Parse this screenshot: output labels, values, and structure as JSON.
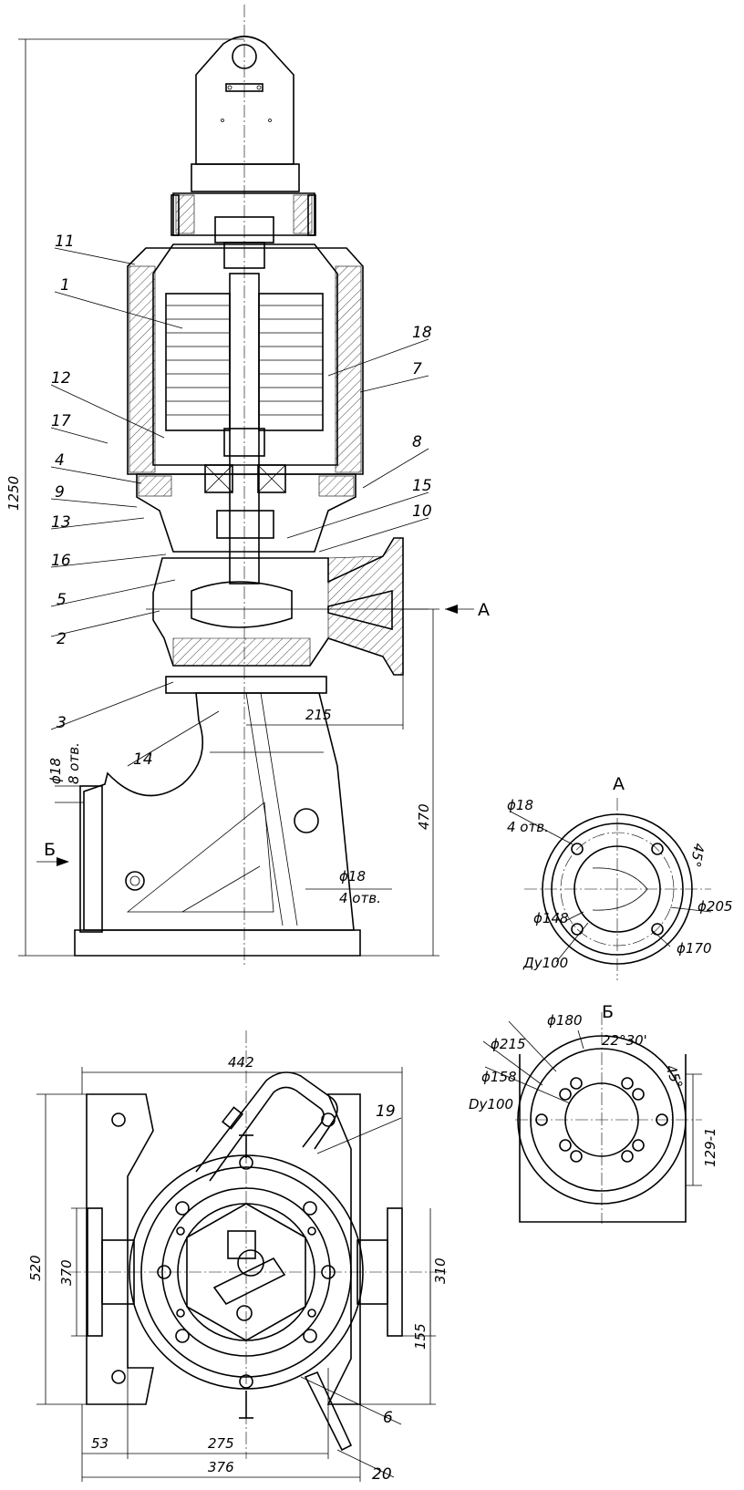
{
  "part_labels": [
    "11",
    "1",
    "18",
    "7",
    "12",
    "17",
    "8",
    "4",
    "15",
    "9",
    "10",
    "13",
    "16",
    "5",
    "2",
    "3",
    "14",
    "19",
    "6",
    "20"
  ],
  "views": {
    "a": "А",
    "b": "Б"
  },
  "dims_main": {
    "overall_height": "1250",
    "d215": "215",
    "d470": "470",
    "phi18_left": "ϕ18",
    "holes8": "8 отв.",
    "phi18_right": "ϕ18",
    "holes4_right": "4 отв."
  },
  "view_a": {
    "phi18": "ϕ18",
    "holes4": "4 отв.",
    "ang45": "45°",
    "phi205": "ϕ205",
    "phi148": "ϕ148",
    "phi170": "ϕ170",
    "du100": "Ду100"
  },
  "view_b": {
    "phi180": "ϕ180",
    "ang2230": "22°30'",
    "phi215": "ϕ215",
    "ang45": "45°",
    "phi158": "ϕ158",
    "du100": "Dy100",
    "d129": "129-1"
  },
  "plan_dims": {
    "d442": "442",
    "d520": "520",
    "d370": "370",
    "d310": "310",
    "d155": "155",
    "d53": "53",
    "d275": "275",
    "d376": "376"
  }
}
